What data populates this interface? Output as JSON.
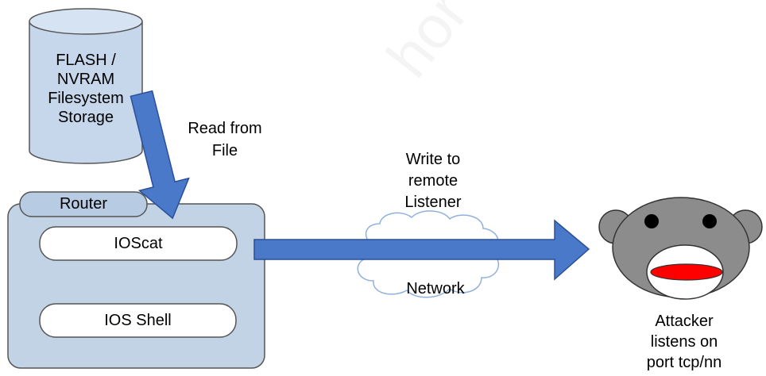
{
  "storage": {
    "label": "FLASH /\nNVRAM\nFilesystem\nStorage"
  },
  "read_label": "Read from\nFile",
  "router": {
    "tab_label": "Router",
    "ioscat_label": "IOScat",
    "shell_label": "IOS Shell"
  },
  "write_label": "Write to\nremote\nListener",
  "network_label": "Network",
  "attacker_label": "Attacker\nlistens on\nport tcp/nn",
  "watermark": "hor retains full",
  "colors": {
    "router_fill": "#c3d3e6",
    "storage_fill": "#c6d7ec",
    "arrow_fill": "#4a79c9",
    "arrow_stroke": "#2b4f99",
    "cloud_stroke": "#8fb1dc",
    "monkey_face": "#8c8c8c",
    "mouth": "#ff0000"
  },
  "icons": {
    "storage": "cylinder-icon",
    "network": "cloud-icon",
    "attacker": "monkey-face-icon"
  }
}
